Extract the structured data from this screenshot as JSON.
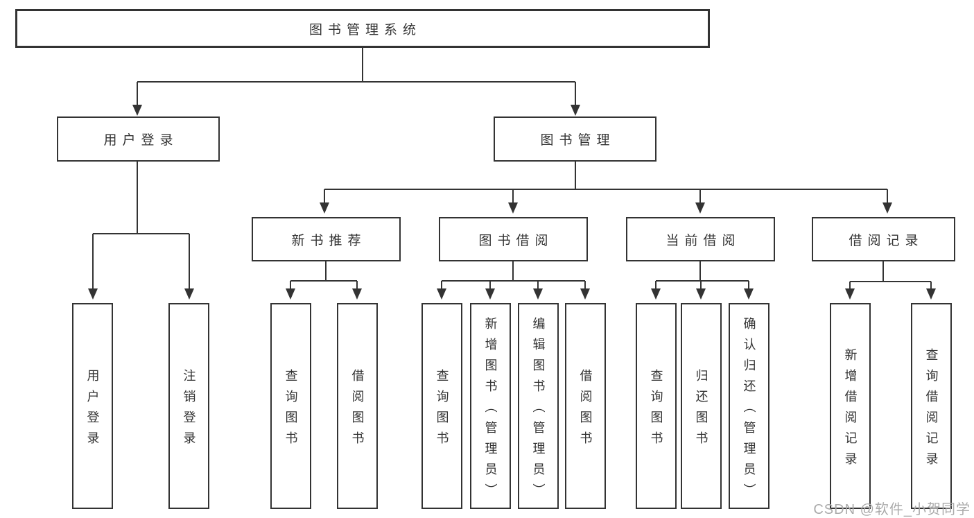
{
  "diagram": {
    "root": {
      "label": "图书管理系统"
    },
    "level2": [
      {
        "label": "用户登录"
      },
      {
        "label": "图书管理",
        "parent": "图书管理系统"
      }
    ],
    "level3": [
      {
        "label": "新书推荐",
        "parent": "图书管理"
      },
      {
        "label": "图书借阅",
        "parent": "图书管理"
      },
      {
        "label": "当前借阅",
        "parent": "图书管理"
      },
      {
        "label": "借阅记录",
        "parent": "图书管理"
      }
    ],
    "leaves": [
      {
        "label": "用户登录",
        "parent": "用户登录"
      },
      {
        "label": "注销登录",
        "parent": "用户登录"
      },
      {
        "label": "查询图书",
        "parent": "新书推荐"
      },
      {
        "label": "借阅图书",
        "parent": "新书推荐"
      },
      {
        "label": "查询图书",
        "parent": "图书借阅"
      },
      {
        "label": "新增图书（管理员）",
        "parent": "图书借阅"
      },
      {
        "label": "编辑图书（管理员）",
        "parent": "图书借阅"
      },
      {
        "label": "借阅图书",
        "parent": "图书借阅"
      },
      {
        "label": "查询图书",
        "parent": "当前借阅"
      },
      {
        "label": "归还图书",
        "parent": "当前借阅"
      },
      {
        "label": "确认归还（管理员）",
        "parent": "当前借阅"
      },
      {
        "label": "新增借阅记录",
        "parent": "借阅记录"
      },
      {
        "label": "查询借阅记录",
        "parent": "借阅记录"
      }
    ],
    "watermark": "CSDN @软件_小贺同学",
    "colors": {
      "line": "#333333",
      "text": "#333333",
      "background": "#ffffff",
      "watermark": "#ababab"
    }
  }
}
